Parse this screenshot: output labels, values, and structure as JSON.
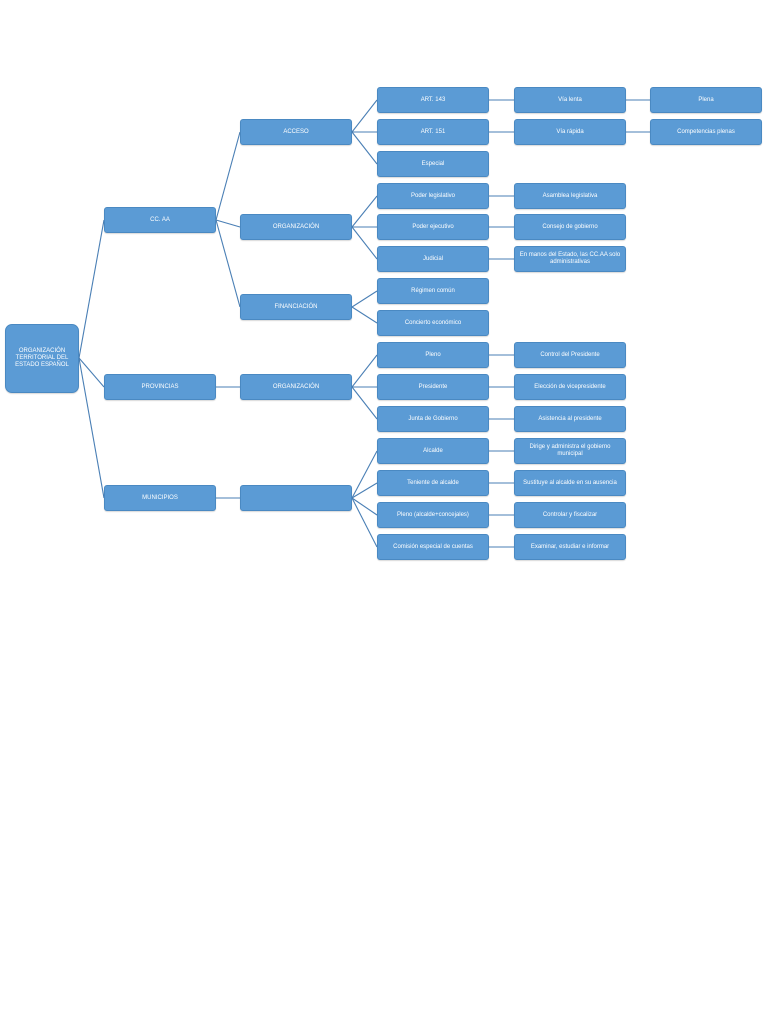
{
  "root": "ORGANIZACIÓN TERRITORIAL DEL ESTADO ESPAÑOL",
  "level1": {
    "ccaa": "CC. AA",
    "provincias": "PROVINCIAS",
    "municipios": "MUNICIPIOS"
  },
  "ccaa": {
    "acceso": "ACCESO",
    "organizacion": "ORGANIZACIÓN",
    "financiacion": "FINANCIACIÓN",
    "art143": "ART. 143",
    "art151": "ART. 151",
    "especial": "Especial",
    "via_lenta": "Vía lenta",
    "via_rapida": "Vía rápida",
    "plena": "Plena",
    "competencias_plenas": "Competencias plenas",
    "poder_legislativo": "Poder legislativo",
    "poder_ejecutivo": "Poder ejecutivo",
    "judicial": "Judicial",
    "asamblea_legislativa": "Asamblea legislativa",
    "consejo_gobierno": "Consejo de gobierno",
    "judicial_note": "En manos del Estado, las CC.AA solo administrativas",
    "regimen_comun": "Régimen común",
    "concierto_economico": "Concierto económico"
  },
  "provincias": {
    "organizacion": "ORGANIZACIÓN",
    "pleno": "Pleno",
    "presidente": "Presidente",
    "junta_gobierno": "Junta de Gobierno",
    "control_presidente": "Control del Presidente",
    "eleccion_vicepresidente": "Elección de vicepresidente",
    "asistencia_presidente": "Asistencia al presidente"
  },
  "municipios": {
    "blank": "",
    "alcalde": "Alcalde",
    "teniente_alcalde": "Teniente de alcalde",
    "pleno": "Pleno (alcalde+concejales)",
    "comision": "Comisión especial de cuentas",
    "dirige": "Dirige y administra el gobierno municipal",
    "sustituye": "Sustituye al alcalde en su ausencia",
    "controlar": "Controlar y fiscalizar",
    "examinar": "Examinar, estudiar e informar"
  }
}
